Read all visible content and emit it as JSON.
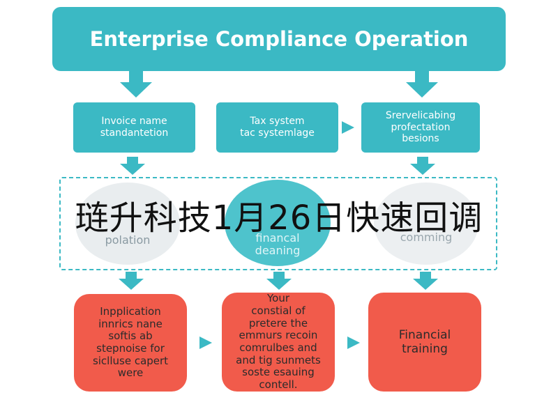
{
  "colors": {
    "teal": "#3bb9c4",
    "teal_light": "#4ec3cc",
    "red": "#f15b4b"
  },
  "diagram": {
    "title": "Enterprise Compliance Operation",
    "row1": [
      "Invoice name\nstandantetion",
      "Tax system\ntac systemlage",
      "Srervelicabing\nprofectation\nbesions"
    ],
    "row2": [
      "polation",
      "financal\ndeaning",
      "comming"
    ],
    "row3": [
      "Inpplication\ninnrics nane\nsoftis ab\nstepnoise for\nsiclluse capert\nwere",
      "Your\nconstial of\npretere the\nemmurs recoin\ncomrulbes and\nand tig sunmets\nsoste esauing\ncontell.",
      "Financial\ntraining"
    ]
  },
  "overlay_text": "琏升科技1月26日快速回调"
}
